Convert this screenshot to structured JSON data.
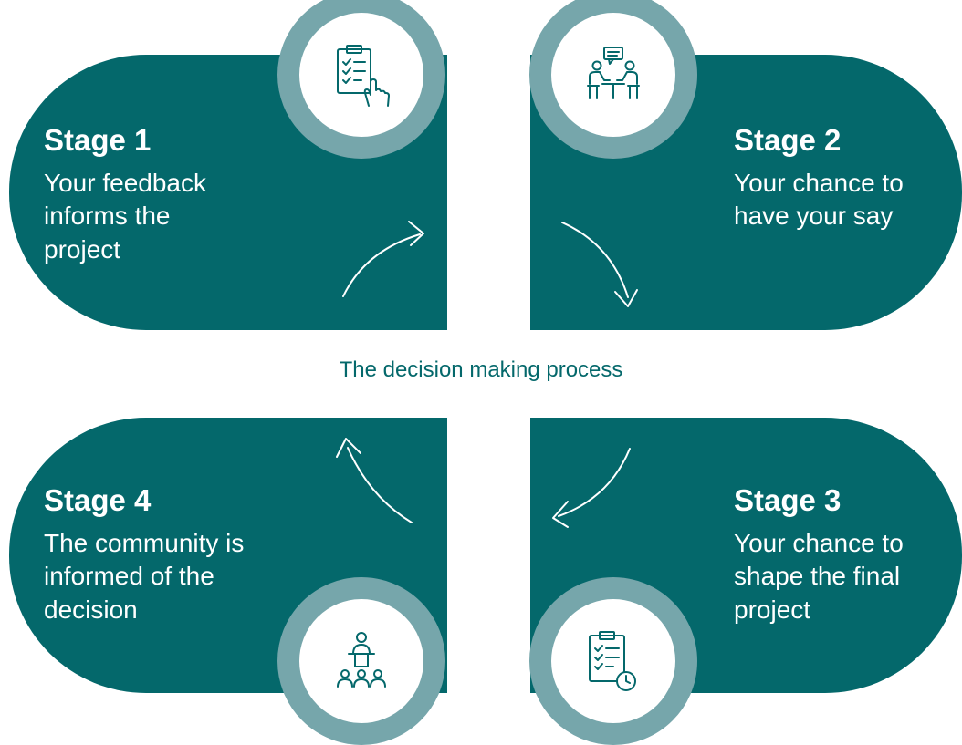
{
  "title": "The decision making process",
  "colors": {
    "panel": "#04686b",
    "ring": "#76a6ab",
    "icon": "#04686b",
    "text": "#ffffff"
  },
  "stages": [
    {
      "title": "Stage 1",
      "description": "Your feedback informs the project",
      "icon": "clipboard-pointer-icon"
    },
    {
      "title": "Stage 2",
      "description": "Your chance to have your say",
      "icon": "meeting-discussion-icon"
    },
    {
      "title": "Stage 3",
      "description": "Your chance to shape the final project",
      "icon": "clipboard-clock-icon"
    },
    {
      "title": "Stage 4",
      "description": "The community is informed of the decision",
      "icon": "presentation-audience-icon"
    }
  ]
}
